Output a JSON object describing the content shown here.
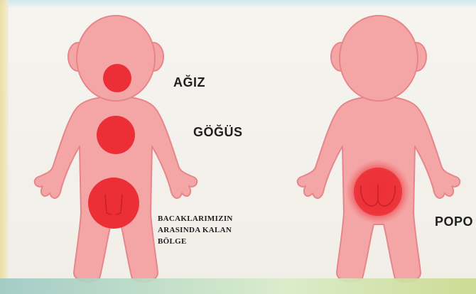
{
  "labels": {
    "mouth": "AĞIZ",
    "chest": "GÖĞÜS",
    "private_area": [
      "BACAKLARIMIZIN",
      "ARASINDA KALAN",
      "BÖLGE"
    ],
    "bottom": "POPO"
  },
  "colors": {
    "body_fill": "#f4a6a6",
    "body_outline": "#e7858a",
    "highlight": "#ec2f37",
    "background": "#f3f0ea"
  }
}
